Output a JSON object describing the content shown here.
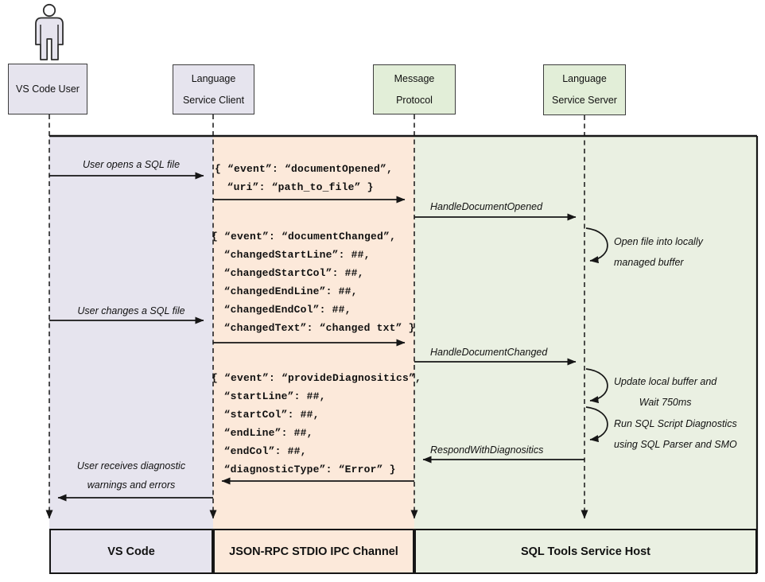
{
  "actors": {
    "user": {
      "line1": "VS Code User"
    },
    "client": {
      "line1": "Language",
      "line2": "Service Client"
    },
    "protocol": {
      "line1": "Message",
      "line2": "Protocol"
    },
    "server": {
      "line1": "Language",
      "line2": "Service Server"
    }
  },
  "lanes": {
    "vscode": "VS Code",
    "ipc": "JSON-RPC STDIO IPC Channel",
    "host": "SQL Tools Service Host"
  },
  "messages": {
    "open_file": "User opens a SQL file",
    "change_file": "User changes a SQL file",
    "receive_line1": "User receives diagnostic",
    "receive_line2": "warnings and errors",
    "handle_opened": "HandleDocumentOpened",
    "handle_changed": "HandleDocumentChanged",
    "respond": "RespondWithDiagnositics"
  },
  "notes": {
    "open_buffer": {
      "line1": "Open file into locally",
      "line2": "managed buffer"
    },
    "update_buffer": {
      "line1": "Update local buffer and",
      "line2": "Wait 750ms"
    },
    "run_diagnostics": {
      "line1": "Run SQL Script Diagnostics",
      "line2": "using SQL Parser and SMO"
    }
  },
  "payloads": {
    "document_opened": [
      "{ “event”: “documentOpened”,",
      "“uri”: “path_to_file” }"
    ],
    "document_changed": [
      "{ “event”: “documentChanged”,",
      "“changedStartLine”: ##,",
      "“changedStartCol”: ##,",
      "“changedEndLine”: ##,",
      "“changedEndCol”: ##,",
      "“changedText”: “changed txt” }"
    ],
    "provide_diagnostics": [
      "{ “event”: “provideDiagnositics”,",
      "“startLine”: ##,",
      "“startCol”: ##,",
      "“endLine”: ##,",
      "“endCol”: ##,",
      "“diagnosticType”: “Error” }"
    ]
  },
  "colors": {
    "lavender_lane": "#e6e4ee",
    "peach_lane": "#fce9da",
    "green_lane": "#eaf0e2",
    "green_box": "#e2eed8",
    "line": "#161616"
  }
}
